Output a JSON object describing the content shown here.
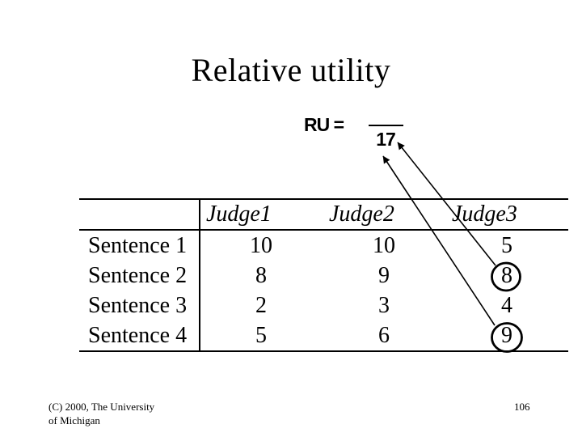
{
  "colors": {
    "background": "#ffffff",
    "ink": "#000000"
  },
  "slide": {
    "title": "Relative utility",
    "formula": {
      "lhs": "RU =",
      "numerator": "",
      "denominator": "17"
    },
    "table": {
      "headers": [
        "",
        "Judge1",
        "Judge2",
        "Judge3"
      ],
      "rows": [
        {
          "label": "Sentence 1",
          "values": [
            "10",
            "10",
            "5"
          ]
        },
        {
          "label": "Sentence 2",
          "values": [
            "8",
            "9",
            "8"
          ]
        },
        {
          "label": "Sentence 3",
          "values": [
            "2",
            "3",
            "4"
          ]
        },
        {
          "label": "Sentence 4",
          "values": [
            "5",
            "6",
            "9"
          ]
        }
      ],
      "circled_cells": [
        {
          "row": "Sentence 2",
          "column": "Judge3",
          "value": "8"
        },
        {
          "row": "Sentence 4",
          "column": "Judge3",
          "value": "9"
        }
      ]
    },
    "annotations": {
      "arrows_point_to": "17"
    },
    "footer": {
      "copyright_line1": "(C) 2000, The University",
      "copyright_line2": "of Michigan",
      "page_number": "106"
    }
  }
}
